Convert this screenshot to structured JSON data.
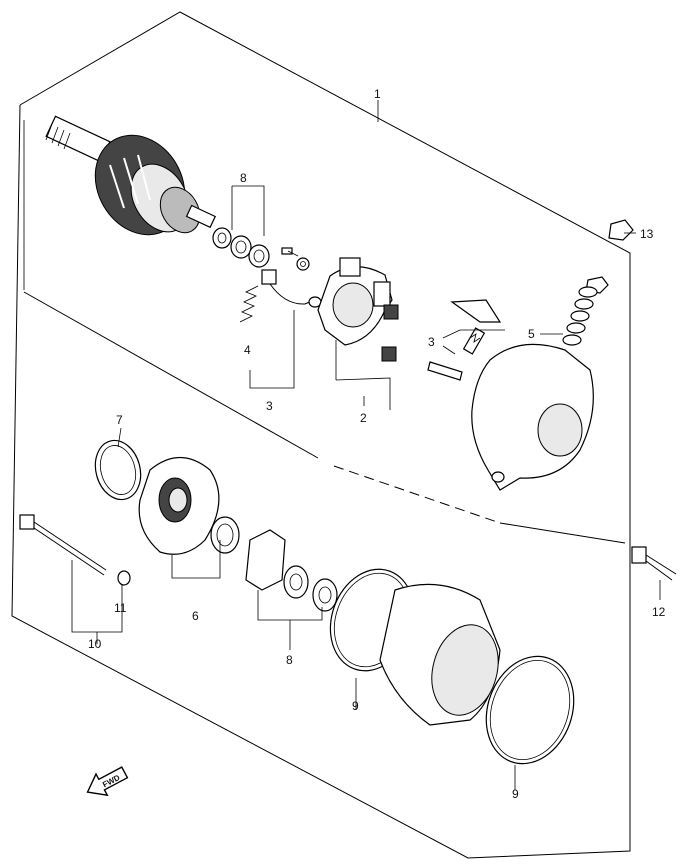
{
  "callouts": {
    "c1": "1",
    "c2": "2",
    "c3a": "3",
    "c3b": "3",
    "c4": "4",
    "c5": "5",
    "c6": "6",
    "c7": "7",
    "c8a": "8",
    "c8b": "8",
    "c9a": "9",
    "c9b": "9",
    "c10": "10",
    "c11": "11",
    "c12": "12",
    "c13": "13"
  },
  "fwd_label": "FWD",
  "icons": {
    "fwd": "forward-direction-arrow-icon"
  }
}
